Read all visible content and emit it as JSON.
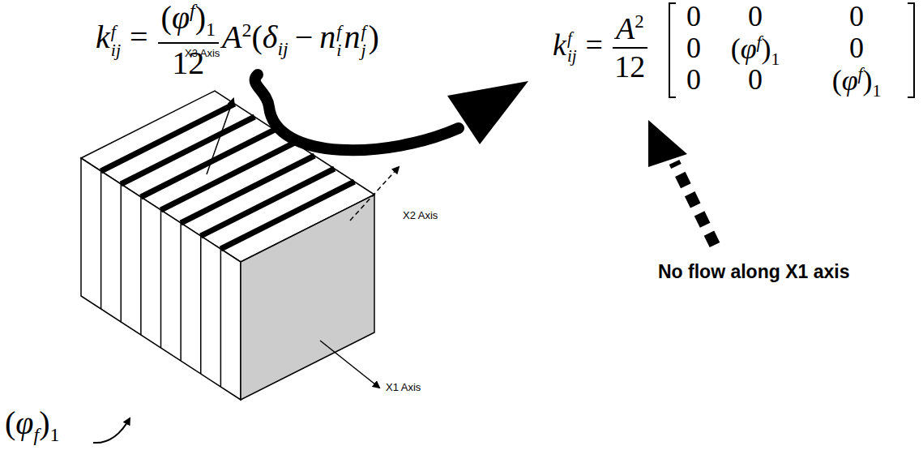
{
  "diagram": {
    "labels": [
      "k",
      "f",
      "ij",
      "=",
      "(",
      "φ",
      "f",
      ")",
      "1",
      "12",
      "A",
      "2",
      "(",
      "δ",
      "ij",
      "−",
      "n",
      "f",
      "i",
      "n",
      "f",
      "j",
      ")",
      "k",
      "f",
      "ij",
      "=",
      "A",
      "2",
      "12",
      "0",
      "0",
      "0",
      "0",
      "(",
      "φ",
      "f",
      ")",
      "1",
      "0",
      "0",
      "0",
      "(",
      "φ",
      "f",
      ")",
      "1",
      "X3 Axis",
      "X2 Axis",
      "X1 Axis",
      "No flow along X1 axis",
      "(",
      "φ",
      "f",
      ")",
      "1"
    ]
  }
}
